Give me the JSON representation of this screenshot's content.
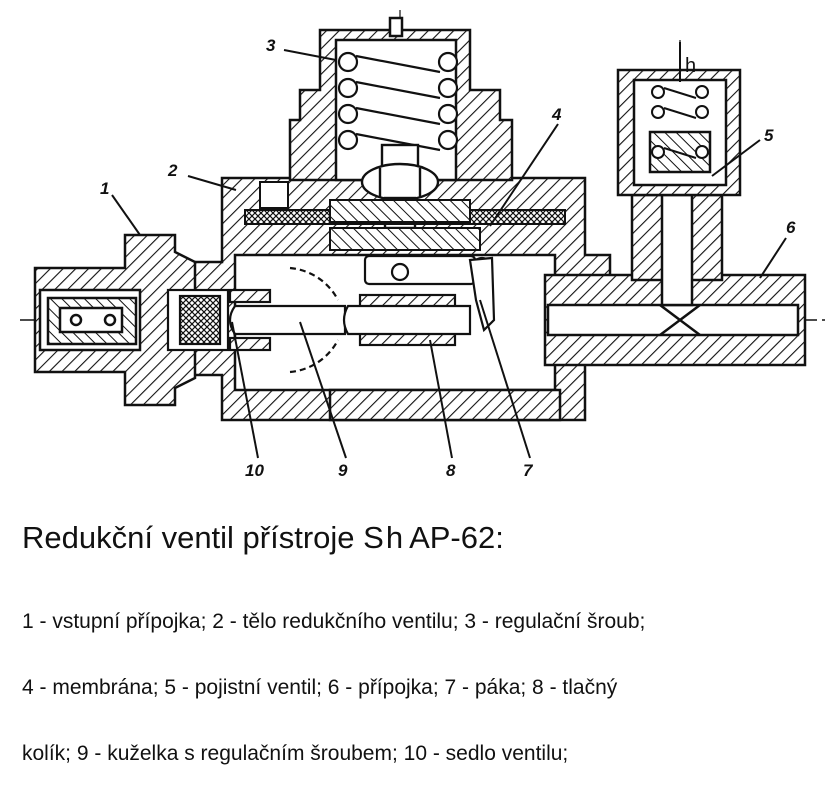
{
  "diagram": {
    "part_labels": [
      "1",
      "2",
      "3",
      "4",
      "5",
      "6",
      "7",
      "8",
      "9",
      "10"
    ],
    "h_label": "h"
  },
  "caption": {
    "title_part1": "Redukční ventil přístroje S",
    "title_part2": "h",
    "title_part3": "AP-62:",
    "legend_lines": [
      "1 - vstupní přípojka; 2 - tělo redukčního ventilu; 3 - regulační šroub;",
      "4 - membrána; 5 - pojistní ventil; 6 - přípojka; 7 - páka; 8 - tlačný",
      "kolík; 9 - kuželka s regulačním šroubem; 10 - sedlo ventilu;"
    ]
  }
}
